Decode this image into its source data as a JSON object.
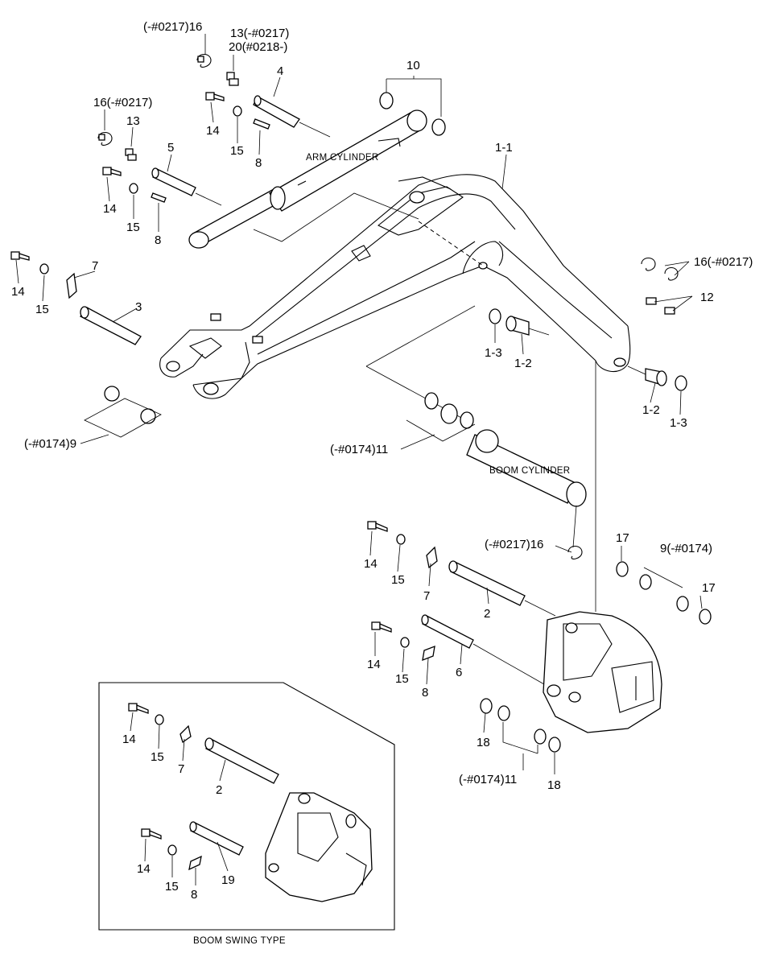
{
  "labels": {
    "n16a": "(-#0217)16",
    "n13a": "13(-#0217)",
    "n20": "20(#0218-)",
    "n4": "4",
    "n10": "10",
    "n16b": "16(-#0217)",
    "n13b": "13",
    "n14a": "14",
    "n15a": "15",
    "n8a": "8",
    "n5": "5",
    "n14b": "14",
    "n15b": "15",
    "n8b": "8",
    "n1_1": "1-1",
    "n16c": "16(-#0217)",
    "n12": "12",
    "n7a": "7",
    "n14c": "14",
    "n15c": "15",
    "n3": "3",
    "n1_3a": "1-3",
    "n1_2a": "1-2",
    "n1_2b": "1-2",
    "n1_3b": "1-3",
    "n9a": "(-#0174)9",
    "n11a": "(-#0174)11",
    "n16d": "(-#0217)16",
    "n17a": "17",
    "n9b": "9(-#0174)",
    "n17b": "17",
    "n14d": "14",
    "n15d": "15",
    "n7b": "7",
    "n2a": "2",
    "n14e": "14",
    "n15e": "15",
    "n8c": "8",
    "n6": "6",
    "n18a": "18",
    "n11b": "(-#0174)11",
    "n18b": "18",
    "n14f": "14",
    "n15f": "15",
    "n7c": "7",
    "n2b": "2",
    "n14g": "14",
    "n15g": "15",
    "n8d": "8",
    "n19": "19"
  },
  "captions": {
    "arm_cylinder": "ARM CYLINDER",
    "boom_cylinder": "BOOM CYLINDER",
    "boom_swing_type": "BOOM SWING TYPE"
  }
}
